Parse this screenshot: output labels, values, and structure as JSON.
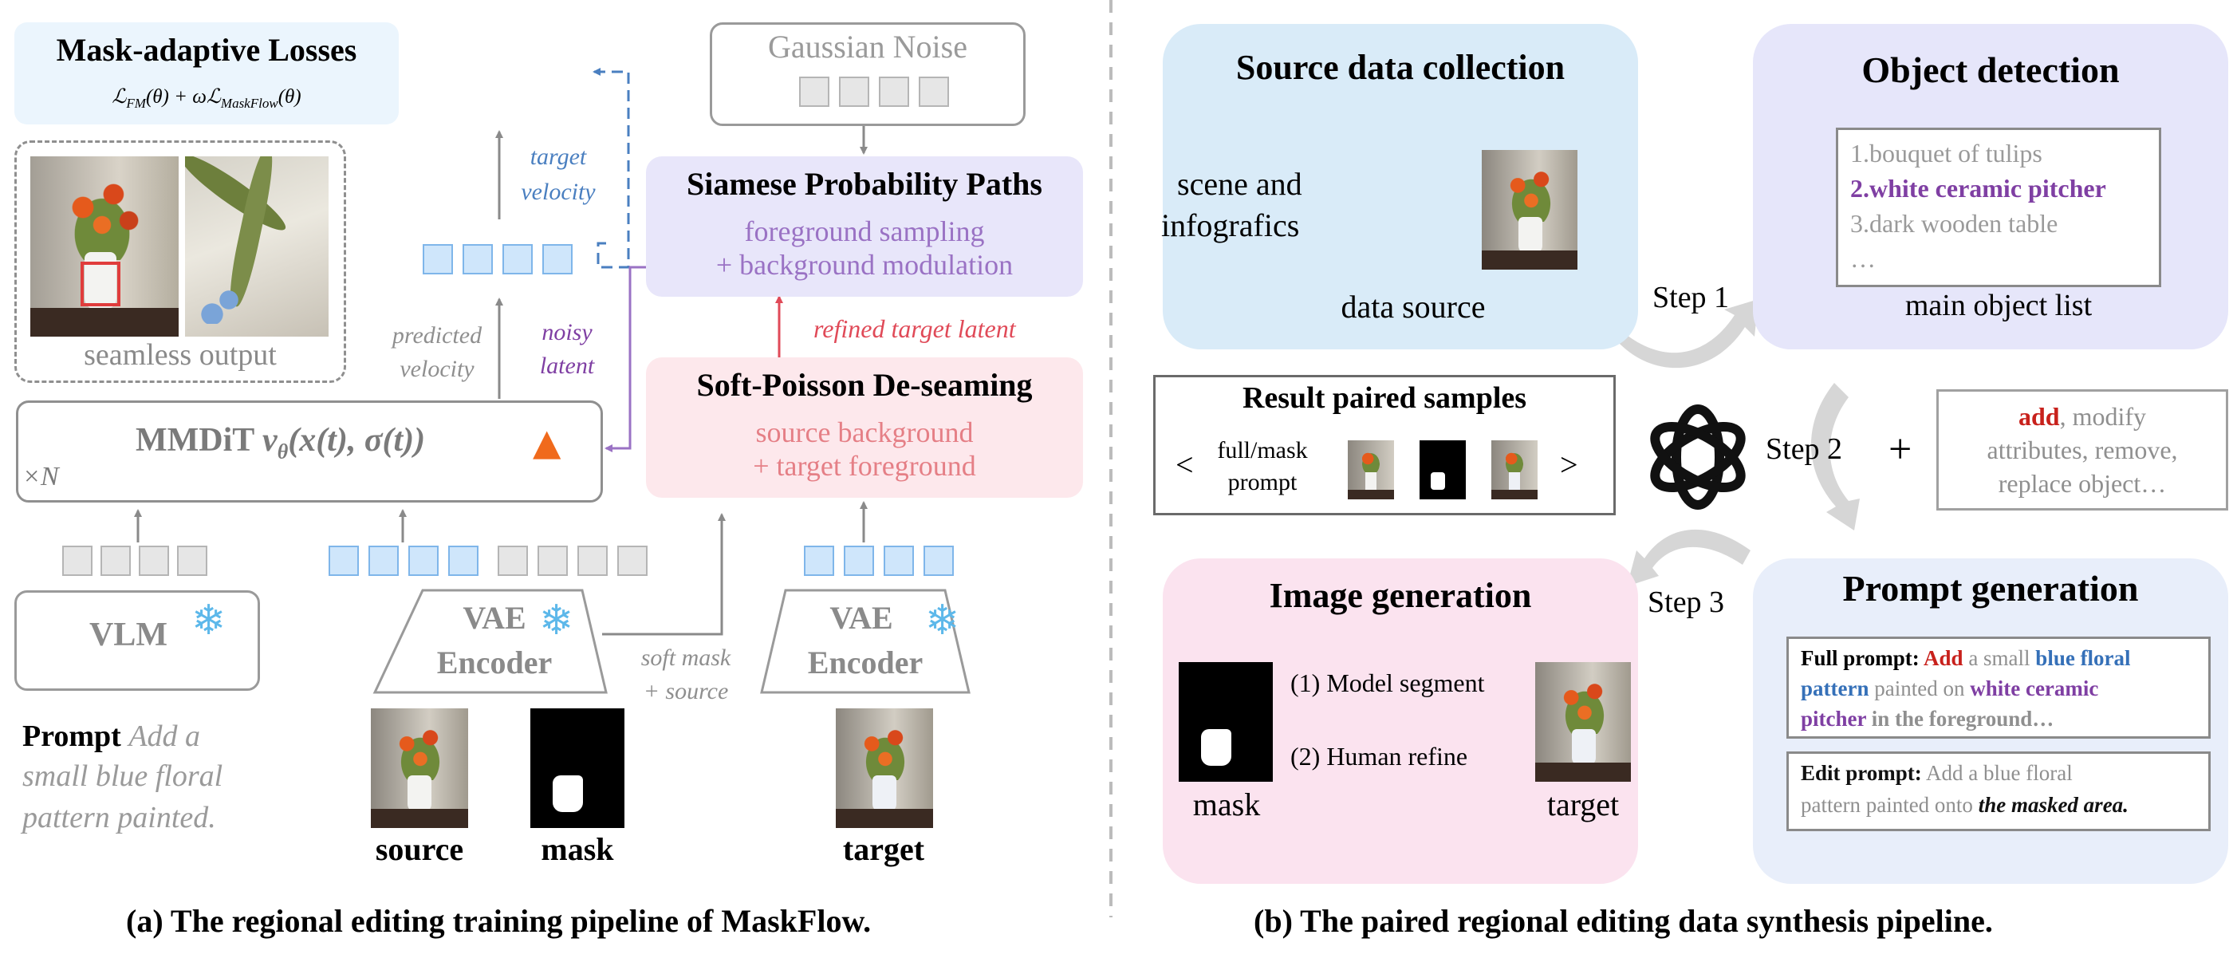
{
  "left": {
    "losses": {
      "title": "Mask-adaptive Losses"
    },
    "seamless_output": "seamless output",
    "target_velocity": [
      "target",
      "velocity"
    ],
    "predicted_velocity": [
      "predicted",
      "velocity"
    ],
    "noisy_latent": [
      "noisy",
      "latent"
    ],
    "mmdit": {
      "label": "MMDiT",
      "repeat": "×N"
    },
    "gaussian_noise": "Gaussian Noise",
    "siamese": {
      "title": "Siamese Probability Paths",
      "line1": "foreground sampling",
      "line2": "+ background modulation"
    },
    "refined": "refined target latent",
    "poisson": {
      "title": "Soft-Poisson De-seaming",
      "line1": "source background",
      "line2": "+ target foreground"
    },
    "vlm": "VLM",
    "vae_left": [
      "VAE",
      "Encoder"
    ],
    "vae_right": [
      "VAE",
      "Encoder"
    ],
    "soft_mask": [
      "soft mask",
      "+ source"
    ],
    "prompt": {
      "label": "Prompt",
      "text1": "Add a",
      "text2": "small blue floral",
      "text3": "pattern painted."
    },
    "captions": {
      "source": "source",
      "mask": "mask",
      "target": "target"
    },
    "caption": "(a) The regional editing training pipeline of  MaskFlow."
  },
  "right": {
    "source_collection": {
      "title": "Source data collection",
      "line1": "scene and",
      "line2": "infografics",
      "db_label": "data source"
    },
    "object_detection": {
      "title": "Object detection",
      "items": [
        "1.bouquet of tulips",
        "2.white ceramic pitcher",
        "3.dark wooden table",
        "…"
      ],
      "list_label": "main object list"
    },
    "steps": [
      "Step 1",
      "Step 2",
      "Step 3"
    ],
    "plus": "+",
    "ops": {
      "add": "add",
      "rest1": ", modify",
      "line2": "attributes, remove,",
      "line3": "replace object…"
    },
    "result": {
      "title": "Result paired samples",
      "lt": "<",
      "gt": ">",
      "line1": "full/mask",
      "line2": "prompt"
    },
    "image_generation": {
      "title": "Image generation",
      "seg1": "(1) Model segment",
      "seg2": "(2) Human refine",
      "mask": "mask",
      "target": "target"
    },
    "prompt_generation": {
      "title": "Prompt generation",
      "full_label": "Full prompt:",
      "full_add": "Add",
      "full_a": " a small ",
      "full_blue": "blue floral",
      "full_pattern": "pattern",
      "full_painted": " painted on ",
      "full_white": "white ceramic",
      "full_pitcher": "pitcher",
      "full_end": " in the foreground…",
      "edit_label": "Edit prompt:",
      "edit_text1": " Add a blue floral",
      "edit_text2": "pattern painted onto ",
      "edit_masked": "the masked area."
    },
    "caption": "(b) The paired regional editing data synthesis pipeline."
  },
  "colors": {
    "blue_panel": "#dcecf9",
    "purple_panel": "#e6e6fa",
    "pink_panel": "#fbe3ef",
    "lavender": "#d0d3f5",
    "rose": "#fde6ea",
    "link_blue": "#4a7fc0",
    "purple_text": "#7f3fa3",
    "red": "#c8211c",
    "pink_text": "#e0707a"
  }
}
